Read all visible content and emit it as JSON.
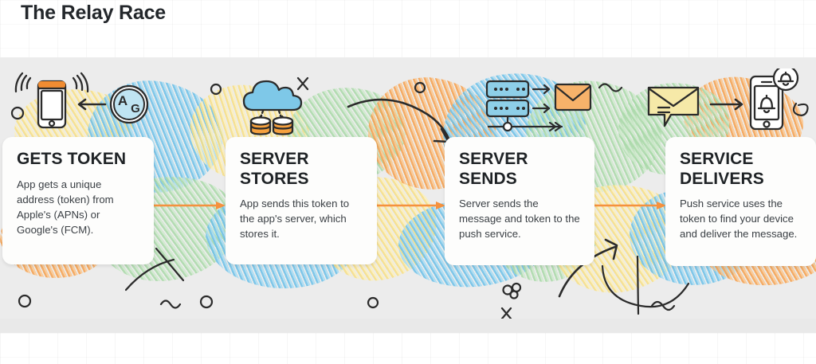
{
  "header": {
    "title": "The Relay Race"
  },
  "colors": {
    "background": "#ffffff",
    "band": "#ececec",
    "card": "#fdfdfc",
    "title_text": "#23272b",
    "body_text": "#3b4045",
    "connector_arrow": "#f5913e",
    "scribble_blue": "#6cc0e8",
    "scribble_yellow": "#f7df84",
    "scribble_green": "#a9d9a8",
    "scribble_orange": "#f5a04e",
    "ink": "#2b2b2b"
  },
  "steps": [
    {
      "id": "gets-token",
      "title": "GETS TOKEN",
      "body": "App gets a unique address (token) from Apple's (APNs) or Google's (FCM).",
      "icons": [
        "phone-signal-icon",
        "arrow-left-icon",
        "apple-google-badge-icon"
      ],
      "badge_letters": [
        "A",
        "G"
      ]
    },
    {
      "id": "server-stores",
      "title": "SERVER STORES",
      "body": "App sends this token to the app's server, which stores it.",
      "icons": [
        "cloud-icon",
        "database-icon",
        "database-icon"
      ]
    },
    {
      "id": "server-sends",
      "title": "SERVER SENDS",
      "body": "Server sends the message and token to the push service.",
      "icons": [
        "server-rack-icon",
        "arrow-right-icon",
        "envelope-icon"
      ]
    },
    {
      "id": "service-delivers",
      "title": "SERVICE DELIVERS",
      "body": "Push service uses the token to find your device and deliver the message.",
      "icons": [
        "message-bubble-icon",
        "arrow-right-icon",
        "phone-bell-notification-icon"
      ]
    }
  ],
  "connectors": [
    {
      "id": "connector-1-2",
      "icon": "arrow-right-icon"
    },
    {
      "id": "connector-2-3",
      "icon": "arrow-right-icon"
    },
    {
      "id": "connector-3-4",
      "icon": "arrow-right-icon"
    }
  ],
  "doodles": [
    "small-circle",
    "small-circle",
    "small-circle",
    "small-circle",
    "small-circle",
    "x-mark",
    "x-mark",
    "squiggle",
    "squiggle",
    "curve-arc",
    "curved-arrow",
    "curved-arrow",
    "bubbles",
    "swash"
  ]
}
